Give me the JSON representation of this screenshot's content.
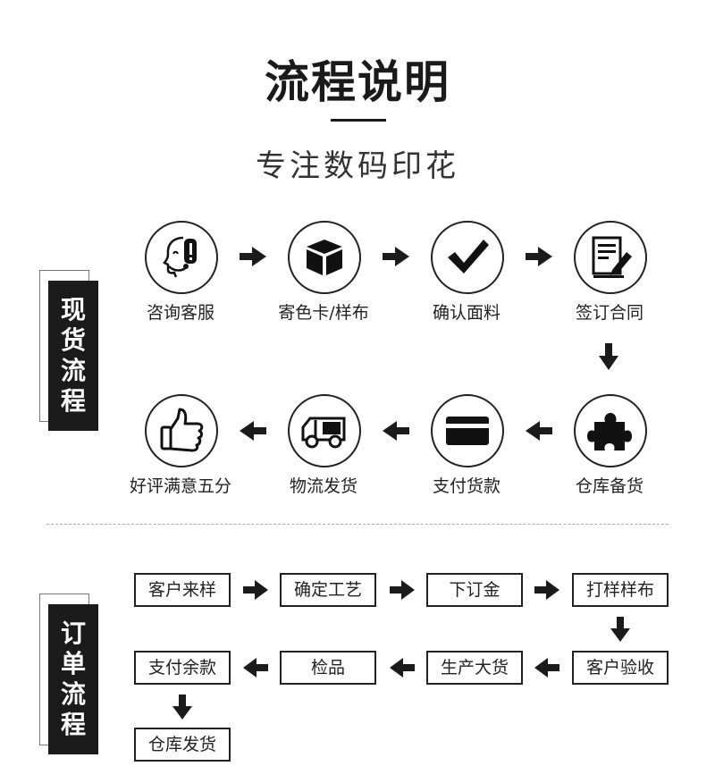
{
  "title": "流程说明",
  "subtitle": "专注数码印花",
  "spot_section": {
    "label_chars": [
      "现",
      "货",
      "流",
      "程"
    ],
    "steps": [
      {
        "label": "咨询客服",
        "icon": "customer-service-icon"
      },
      {
        "label": "寄色卡/样布",
        "icon": "package-box-icon"
      },
      {
        "label": "确认面料",
        "icon": "checkmark-icon"
      },
      {
        "label": "签订合同",
        "icon": "contract-sign-icon"
      },
      {
        "label": "仓库备货",
        "icon": "puzzle-piece-icon"
      },
      {
        "label": "支付货款",
        "icon": "credit-card-icon"
      },
      {
        "label": "物流发货",
        "icon": "delivery-truck-icon"
      },
      {
        "label": "好评满意五分",
        "icon": "thumbs-up-icon"
      }
    ]
  },
  "order_section": {
    "label_chars": [
      "订",
      "单",
      "流",
      "程"
    ],
    "steps": [
      "客户来样",
      "确定工艺",
      "下订金",
      "打样样布",
      "客户验收",
      "生产大货",
      "检品",
      "支付余款",
      "仓库发货"
    ]
  },
  "colors": {
    "dark": "#1b1b1b",
    "line": "#222222"
  }
}
